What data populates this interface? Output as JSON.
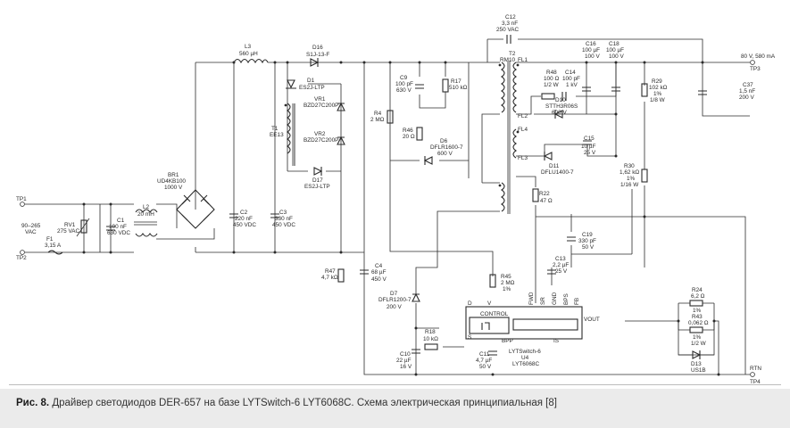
{
  "caption": {
    "figure_label": "Рис. 8.",
    "text": "Драйвер светодиодов DER-657 на базе LYTSwitch-6 LYT6068C. Схема электрическая принципиальная [8]"
  },
  "terminals": {
    "tp1": "TP1",
    "tp2": "TP2",
    "tp3": "TP3",
    "tp4": "TP4",
    "input": [
      "90–265",
      "VAC"
    ],
    "output": "80 V, 580 mA",
    "rtn": "RTN"
  },
  "components": {
    "f1": [
      "F1",
      "3,15 A"
    ],
    "rv1": [
      "RV1",
      "275 VAC"
    ],
    "c1": [
      "C1",
      "100 nF",
      "630 VDC"
    ],
    "l2": [
      "L2",
      "20 mH"
    ],
    "br1": [
      "BR1",
      "UD4KB100",
      "1000 V"
    ],
    "l3": [
      "L3",
      "560 µH"
    ],
    "c2": [
      "C2",
      "220 nF",
      "450 VDC"
    ],
    "c3": [
      "C3",
      "330 nF",
      "450 VDC"
    ],
    "d16": [
      "D16",
      "S1J-13-F"
    ],
    "d1": [
      "D1",
      "ES2J-LTP"
    ],
    "vr1": [
      "VR1",
      "BZD27C200P"
    ],
    "vr2": [
      "VR2",
      "BZD27C200P"
    ],
    "t1": [
      "T1",
      "EE13"
    ],
    "d17": [
      "D17",
      "ES2J-LTP"
    ],
    "r47": [
      "R47",
      "4,7 kΩ"
    ],
    "c4": [
      "C4",
      "68 µF",
      "450 V"
    ],
    "c9": [
      "C9",
      "100 pF",
      "630 V"
    ],
    "r17": [
      "R17",
      "510 kΩ"
    ],
    "r4": [
      "R4",
      "2 MΩ"
    ],
    "r46": [
      "R46",
      "20 Ω"
    ],
    "d6": [
      "D6",
      "DFLR1600-7",
      "600 V"
    ],
    "c12": [
      "C12",
      "3,3 nF",
      "250 VAC"
    ],
    "t2": [
      "T2",
      "RM10",
      "FL1",
      "FL2",
      "FL3",
      "FL4"
    ],
    "r48": [
      "R48",
      "100 Ω",
      "1/2 W"
    ],
    "c14": [
      "C14",
      "100 pF",
      "1 kV"
    ],
    "d10": [
      "D10",
      "STTH3R06S",
      "600 V"
    ],
    "c16": [
      "C16",
      "100 µF",
      "100 V"
    ],
    "c18": [
      "C18",
      "100 µF",
      "100 V"
    ],
    "c15": [
      "C15",
      "10 µF",
      "25 V"
    ],
    "d11": [
      "D11",
      "DFLU1400-7"
    ],
    "r29": [
      "R29",
      "102 kΩ",
      "1%",
      "1/8 W"
    ],
    "c37": [
      "C37",
      "1,5 nF",
      "200 V"
    ],
    "r30": [
      "R30",
      "1,62 kΩ",
      "1%",
      "1/16 W"
    ],
    "r22": [
      "R22",
      "47 Ω"
    ],
    "c19": [
      "C19",
      "330 pF",
      "50 V"
    ],
    "c13": [
      "C13",
      "2,2 µF",
      "25 V"
    ],
    "r45": [
      "R45",
      "2 MΩ",
      "1%"
    ],
    "d7": [
      "D7",
      "DFLR1200-7",
      "200 V"
    ],
    "r18": [
      "R18",
      "10 kΩ"
    ],
    "c10": [
      "C10",
      "22 µF",
      "16 V"
    ],
    "c11": [
      "C11",
      "4,7 µF",
      "50 V"
    ],
    "u4": [
      "LYTSwitch-6",
      "U4",
      "LYT6068C"
    ],
    "r24": [
      "R24",
      "6,2 Ω",
      "1%"
    ],
    "r43": [
      "R43",
      "0,062 Ω",
      "1%",
      "1/2 W"
    ],
    "d13": [
      "D13",
      "US1B"
    ]
  },
  "ic_pins": {
    "control": "CONTROL",
    "d": "D",
    "v": "V",
    "s": "S",
    "bpp": "BPP",
    "is": "IS",
    "fwd": "FWD",
    "sr": "SR",
    "gnd": "GND",
    "bps": "BPS",
    "fb": "FB",
    "vout": "VOUT"
  }
}
